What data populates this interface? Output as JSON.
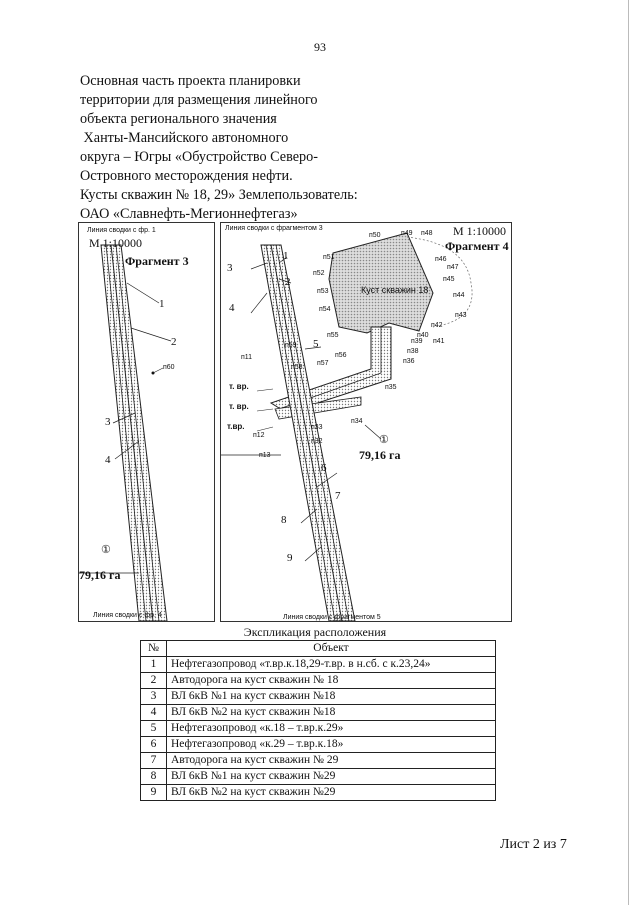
{
  "page_number": "93",
  "title_lines": [
    "Основная часть проекта планировки",
    "территории для размещения линейного",
    "объекта регионального значения",
    " Ханты-Мансийского автономного",
    "округа – Югры  «Обустройство Северо-",
    "Островного месторождения нефти.",
    "Кусты скважин № 18, 29» Землепользователь:",
    "ОАО «Славнефть-Мегионнефтегаз»"
  ],
  "fragment3": {
    "top_label": "Линия сводки с фр. 1",
    "scale": "М 1:10000",
    "name": "Фрагмент 3",
    "bottom_label": "Линия сводки с фр. 4",
    "numbers": [
      "1",
      "2",
      "3",
      "4"
    ],
    "point": "п60",
    "area_marker": "①",
    "area": "79,16 га"
  },
  "fragment4": {
    "top_label": "Линия сводки с фрагментом 3",
    "scale": "М 1:10000",
    "name": "Фрагмент 4",
    "bottom_label": "Линия сводки с фрагментом 5",
    "pad_label": "Куст скважин 18",
    "numbers": [
      "1",
      "2",
      "3",
      "4",
      "5",
      "6",
      "7",
      "8",
      "9"
    ],
    "tvr": [
      "т. вр.",
      "т. вр.",
      "т.вр."
    ],
    "points": [
      "п50",
      "п49",
      "п48",
      "п47",
      "п46",
      "п45",
      "п44",
      "п43",
      "п42",
      "п41",
      "п40",
      "п39",
      "п38",
      "п36",
      "п35",
      "п34",
      "п33",
      "п32",
      "п13",
      "п12",
      "п11",
      "п51",
      "п52",
      "п53",
      "п54",
      "п55",
      "п56",
      "п57",
      "п58",
      "п59"
    ],
    "area_marker": "①",
    "area": "79,16 га"
  },
  "explication": {
    "title": "Экспликация расположения",
    "headers": [
      "№",
      "Объект"
    ],
    "rows": [
      [
        "1",
        "Нефтегазопровод  «т.вр.к.18,29-т.вр. в н.сб. с к.23,24»"
      ],
      [
        "2",
        "Автодорога на куст скважин № 18"
      ],
      [
        "3",
        "ВЛ 6кВ №1 на куст скважин №18"
      ],
      [
        "4",
        "ВЛ 6кВ №2 на куст скважин №18"
      ],
      [
        "5",
        "Нефтегазопровод «к.18 – т.вр.к.29»"
      ],
      [
        "6",
        "Нефтегазопровод «к.29 – т.вр.к.18»"
      ],
      [
        "7",
        "Автодорога на куст скважин № 29"
      ],
      [
        "8",
        "ВЛ 6кВ №1 на куст скважин №29"
      ],
      [
        "9",
        "ВЛ 6кВ №2 на куст скважин №29"
      ]
    ]
  },
  "sheet": "Лист 2 из 7"
}
